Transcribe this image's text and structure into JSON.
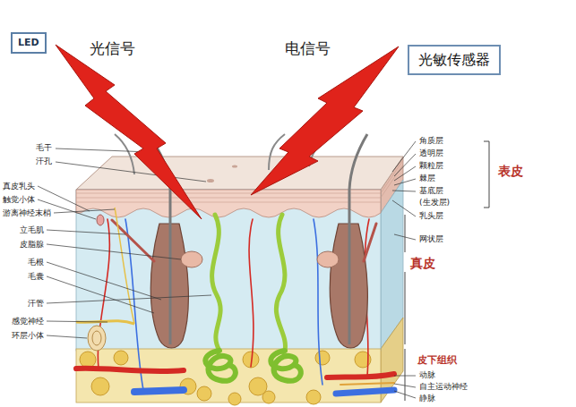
{
  "diagram": {
    "nodes": [
      {
        "text": [
          "LED"
        ]
      },
      {
        "text": [
          "光敏传感器"
        ]
      }
    ],
    "labels": [
      "光信号",
      "电信号",
      "毛干",
      "汗孔",
      "真皮乳头",
      "触觉小体",
      "游离神经末梢",
      "立毛肌",
      "皮脂腺",
      "毛根",
      "毛囊",
      "汗管",
      "感觉神经",
      "环层小体",
      "角质层",
      "透明层",
      "颗粒层",
      "棘层",
      "基底层",
      "(生发层)",
      "乳头层",
      "网状层",
      "表皮",
      "真皮",
      "皮下组织",
      "动脉",
      "自主运动神经",
      "静脉"
    ]
  }
}
